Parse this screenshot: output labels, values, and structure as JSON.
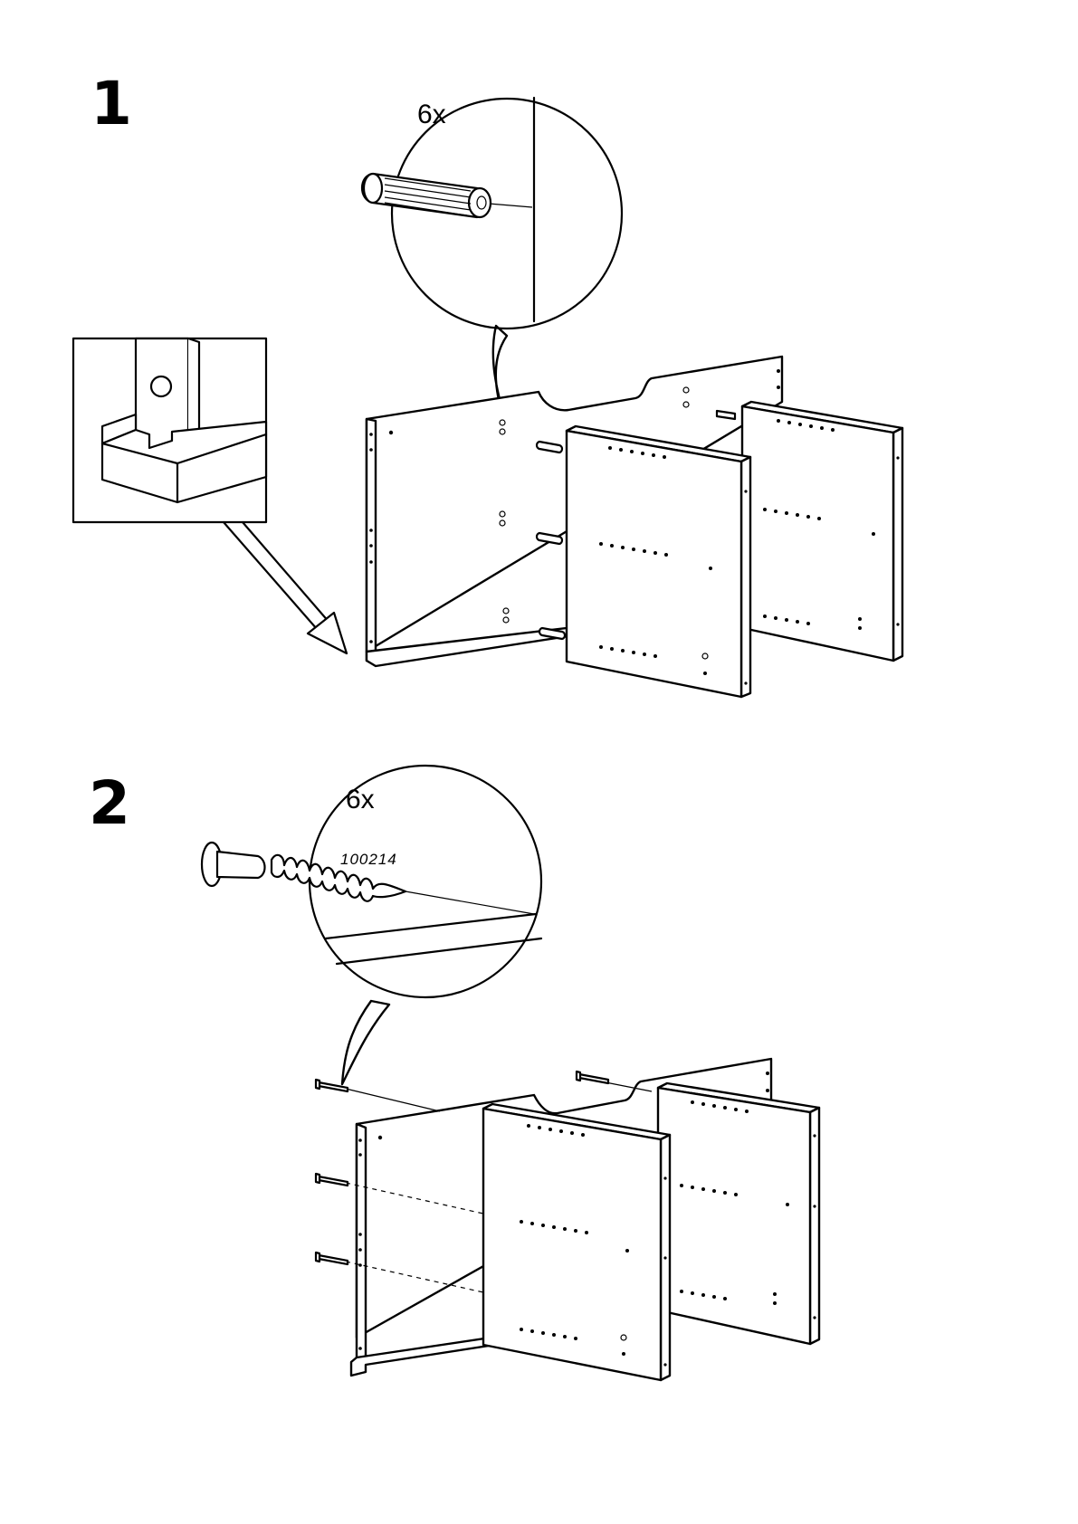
{
  "steps": [
    {
      "number": "1",
      "quantity": "6x"
    },
    {
      "number": "2",
      "quantity": "6x",
      "part_number": "100214"
    }
  ],
  "icons": {
    "step1_detail": "wooden-dowel-icon",
    "step1_inset": "panel-notch-detail-icon",
    "step2_detail": "screw-icon"
  }
}
